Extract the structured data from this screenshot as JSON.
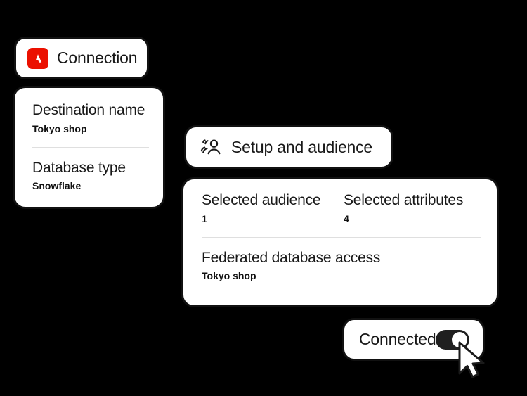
{
  "connection_card": {
    "logo_name": "Adobe",
    "title": "Connection"
  },
  "destination_card": {
    "fields": [
      {
        "label": "Destination name",
        "value": "Tokyo shop"
      },
      {
        "label": "Database type",
        "value": "Snowflake"
      }
    ]
  },
  "setup_card": {
    "icon": "audience-group-icon",
    "title": "Setup and audience"
  },
  "details_card": {
    "columns": [
      {
        "label": "Selected audience",
        "value": "1"
      },
      {
        "label": "Selected attributes",
        "value": "4"
      }
    ],
    "federated": {
      "label": "Federated database access",
      "value": "Tokyo shop"
    }
  },
  "connected_card": {
    "title": "Connected",
    "toggle_state": "on"
  },
  "colors": {
    "background": "#000000",
    "card_background": "#ffffff",
    "card_border": "#111111",
    "text": "#181818",
    "divider": "#dfdfdf",
    "adobe_red": "#eb1000",
    "toggle_on": "#1f1f1f"
  }
}
